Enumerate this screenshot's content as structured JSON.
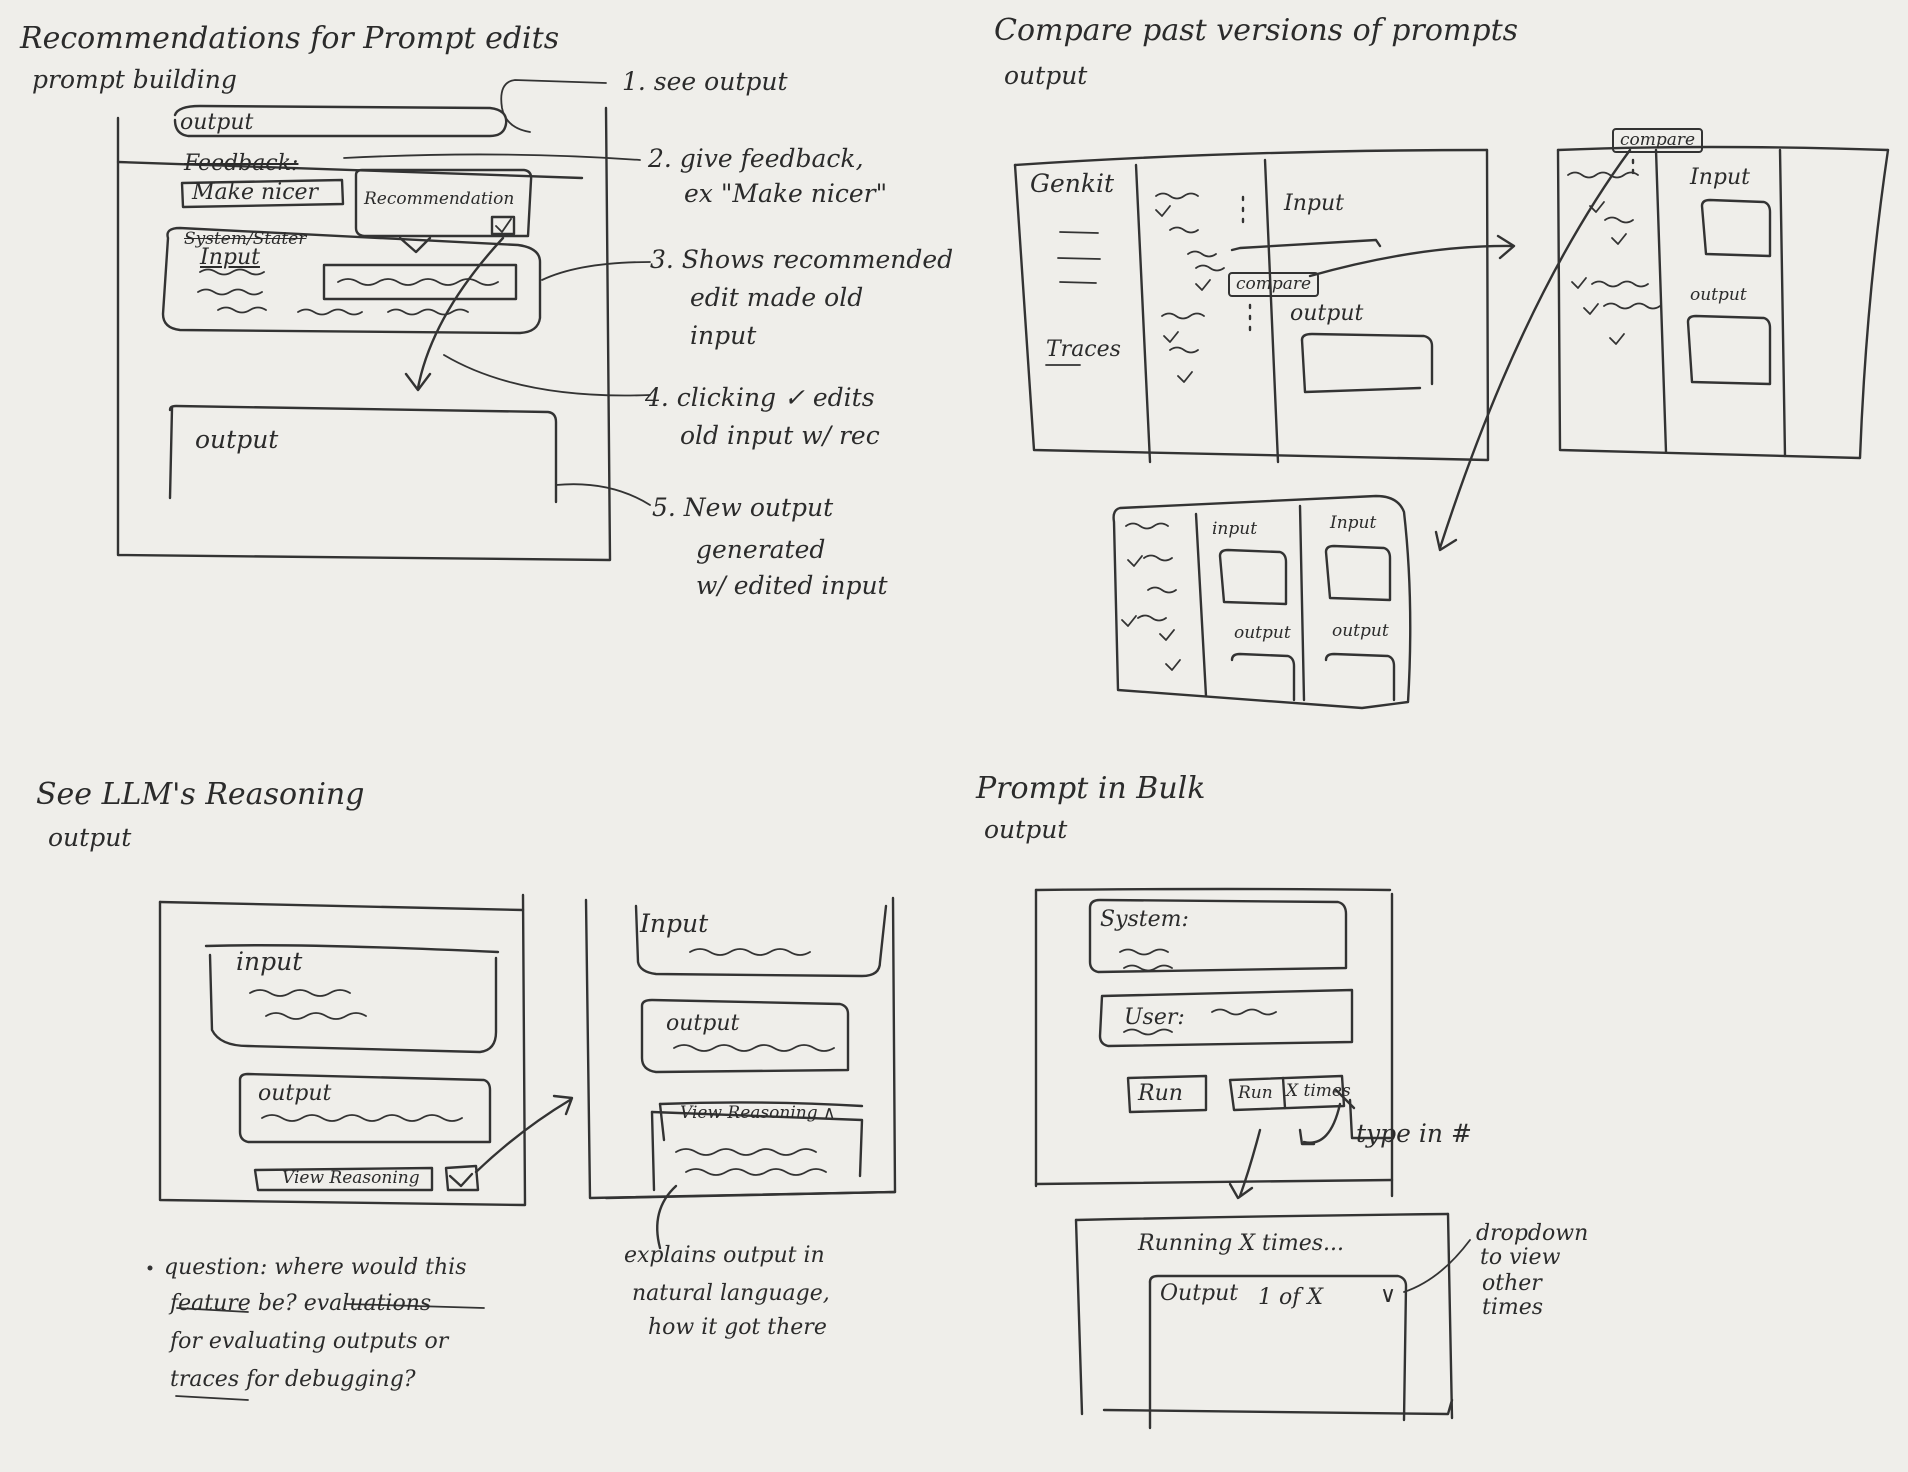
{
  "recommendations": {
    "title": "Recommendations for Prompt edits",
    "subtitle": "prompt building",
    "output_label": "output",
    "feedback_label": "Feedback:",
    "feedback_value": "Make nicer",
    "recommendation_label": "Recommendation",
    "system_label": "System/Stater",
    "input_label": "Input",
    "new_output_label": "output",
    "steps": [
      "1. see output",
      "2. give feedback,",
      "ex \"Make nicer\"",
      "3. Shows recommended",
      "edit made old",
      "input",
      "4. clicking ✓ edits",
      "old input w/ rec",
      "5. New output",
      "generated",
      "w/ edited input"
    ]
  },
  "compare": {
    "title": "Compare past versions of prompts",
    "subtitle": "output",
    "nav_title": "Genkit",
    "nav_traces": "Traces",
    "input_label": "Input",
    "output_label": "output",
    "compare_button": "compare",
    "compare_button_top": "compare",
    "right_input_label": "Input",
    "right_output_label": "output",
    "grid_input_1": "input",
    "grid_input_2": "Input",
    "grid_output_1": "output",
    "grid_output_2": "output"
  },
  "reasoning": {
    "title": "See LLM's Reasoning",
    "subtitle": "output",
    "input_label": "input",
    "output_label": "output",
    "view_reasoning": "View Reasoning",
    "right_input_label": "Input",
    "right_output_label": "output",
    "view_reasoning_open": "View Reasoning ∧",
    "question": [
      "question: where would this",
      "feature be? evaluations",
      "for evaluating outputs or",
      "traces for debugging?"
    ],
    "explains": [
      "explains output in",
      "natural language,",
      "how it got there"
    ]
  },
  "bulk": {
    "title": "Prompt in Bulk",
    "subtitle": "output",
    "system_label": "System:",
    "user_label": "User:",
    "run_button": "Run",
    "run_x_button": "Run",
    "times_input": "X times",
    "type_note": "type in #",
    "running_text": "Running X times...",
    "output_label": "Output",
    "output_count": "1 of X",
    "dropdown_glyph": "∨",
    "dropdown_note": [
      "dropdown",
      "to view",
      "other",
      "times"
    ]
  }
}
